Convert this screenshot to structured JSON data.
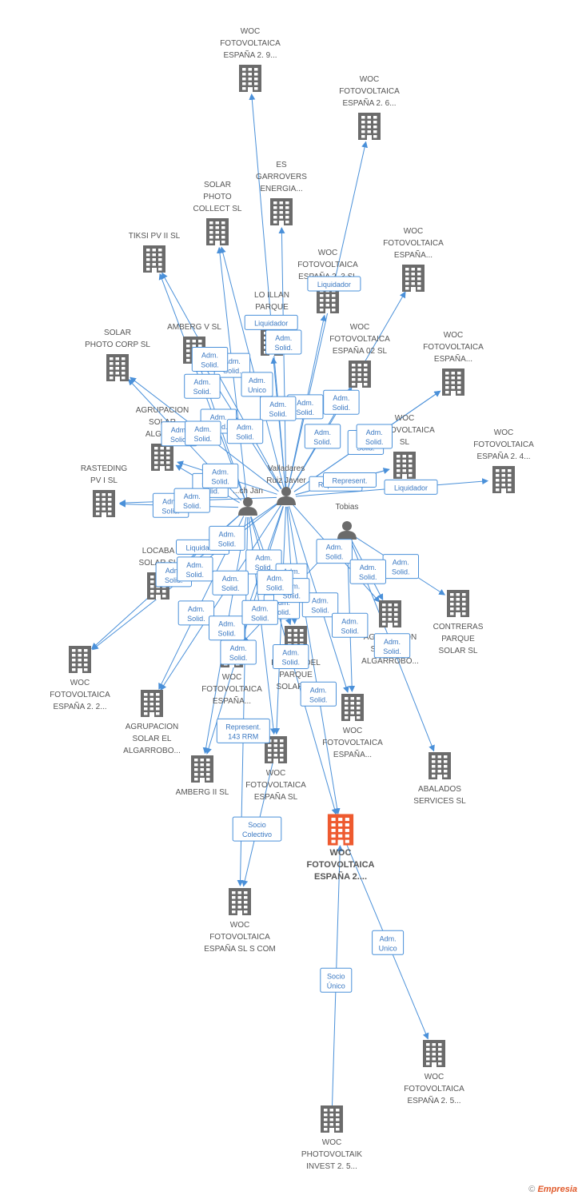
{
  "colors": {
    "edge": "#4a90d9",
    "building": "#6b6b6b",
    "focus": "#ee5a2f",
    "person": "#6b6b6b"
  },
  "footer": {
    "copyright": "©",
    "brand": "Empresia"
  },
  "nodes": [
    {
      "id": "n1",
      "type": "company",
      "lines": [
        "WOC",
        "FOTOVOLTAICA",
        "ESPAÑA 2. 9..."
      ]
    },
    {
      "id": "n2",
      "type": "company",
      "lines": [
        "WOC",
        "FOTOVOLTAICA",
        "ESPAÑA 2. 6..."
      ]
    },
    {
      "id": "n3",
      "type": "company",
      "lines": [
        "ES",
        "GARROVERS",
        "ENERGIA..."
      ]
    },
    {
      "id": "n4",
      "type": "company",
      "lines": [
        "SOLAR",
        "PHOTO",
        "COLLECT SL"
      ]
    },
    {
      "id": "n5",
      "type": "company",
      "lines": [
        "TIKSI PV II SL"
      ]
    },
    {
      "id": "n6",
      "type": "company",
      "lines": [
        "WOC",
        "FOTOVOLTAICA",
        "ESPAÑA 2. 3 SL"
      ]
    },
    {
      "id": "n7",
      "type": "company",
      "lines": [
        "WOC",
        "FOTOVOLTAICA",
        "ESPAÑA..."
      ]
    },
    {
      "id": "n8",
      "type": "company",
      "lines": [
        "LO ILLAN",
        "PARQUE",
        "SOLAR SL"
      ]
    },
    {
      "id": "n9",
      "type": "company",
      "lines": [
        "AMBERG V SL"
      ]
    },
    {
      "id": "n10",
      "type": "company",
      "lines": [
        "SOLAR",
        "PHOTO CORP SL"
      ]
    },
    {
      "id": "n11",
      "type": "company",
      "lines": [
        "WOC",
        "FOTOVOLTAICA",
        "ESPAÑA 02 SL"
      ]
    },
    {
      "id": "n12",
      "type": "company",
      "lines": [
        "WOC",
        "FOTOVOLTAICA",
        "ESPAÑA..."
      ]
    },
    {
      "id": "n13",
      "type": "company",
      "lines": [
        "AGRUPACION",
        "SOLAR",
        "ALGAR..."
      ]
    },
    {
      "id": "n14",
      "type": "company",
      "lines": [
        "WOC",
        "FOTOVOLTAICA",
        "SL"
      ]
    },
    {
      "id": "n15",
      "type": "company",
      "lines": [
        "WOC",
        "FOTOVOLTAICA",
        "ESPAÑA 2. 4..."
      ]
    },
    {
      "id": "n16",
      "type": "company",
      "lines": [
        "RASTEDING",
        "PV I SL"
      ]
    },
    {
      "id": "n17",
      "type": "company",
      "lines": [
        "LOCABA",
        "SOLAR SL"
      ]
    },
    {
      "id": "n18",
      "type": "company",
      "lines": [
        "CONTRERAS",
        "PARQUE",
        "SOLAR SL"
      ]
    },
    {
      "id": "n19",
      "type": "company",
      "lines": [
        "AGRUPACION",
        "SOLAR EL",
        "ALGARROBO..."
      ]
    },
    {
      "id": "n20",
      "type": "company",
      "lines": [
        "WOC",
        "FOTOVOLTAICA",
        "ESPAÑA 2. 2..."
      ]
    },
    {
      "id": "n21",
      "type": "company",
      "lines": [
        "WOC",
        "FOTOVOLTAICA",
        "ESPAÑA..."
      ]
    },
    {
      "id": "n22",
      "type": "company",
      "lines": [
        "RINCON DEL",
        "PARQUE",
        "SOLAR SL"
      ]
    },
    {
      "id": "n23",
      "type": "company",
      "lines": [
        "AGRUPACION",
        "SOLAR EL",
        "ALGARROBO..."
      ]
    },
    {
      "id": "n24",
      "type": "company",
      "lines": [
        "WOC",
        "FOTOVOLTAICA",
        "ESPAÑA..."
      ]
    },
    {
      "id": "n25",
      "type": "company",
      "lines": [
        "ABALADOS",
        "SERVICES SL"
      ]
    },
    {
      "id": "n26",
      "type": "company",
      "lines": [
        "AMBERG II SL"
      ]
    },
    {
      "id": "n27",
      "type": "company",
      "lines": [
        "WOC",
        "FOTOVOLTAICA",
        "ESPAÑA SL"
      ]
    },
    {
      "id": "n28",
      "type": "focus",
      "lines": [
        "WOC",
        "FOTOVOLTAICA",
        "ESPAÑA 2...."
      ]
    },
    {
      "id": "n29",
      "type": "company",
      "lines": [
        "WOC",
        "FOTOVOLTAICA",
        "ESPAÑA SL S COM"
      ]
    },
    {
      "id": "n30",
      "type": "company",
      "lines": [
        "WOC",
        "FOTOVOLTAICA",
        "ESPAÑA 2. 5..."
      ]
    },
    {
      "id": "n31",
      "type": "company",
      "lines": [
        "WOC",
        "PHOTOVOLTAIK",
        "INVEST 2. 5..."
      ]
    },
    {
      "id": "p1",
      "type": "person",
      "lines": [
        "...ch Jan"
      ]
    },
    {
      "id": "p2",
      "type": "person",
      "lines": [
        "Valladares",
        "Ruiz Javier"
      ]
    },
    {
      "id": "p3",
      "type": "person",
      "lines": [
        "Tobias"
      ]
    }
  ],
  "edges": [
    {
      "from": "p2",
      "to": "n1",
      "label": [
        "Liquidador"
      ]
    },
    {
      "from": "p2",
      "to": "n2",
      "label": [
        "Liquidador"
      ]
    },
    {
      "from": "p2",
      "to": "n3",
      "label": [
        "Adm.",
        "Solid."
      ]
    },
    {
      "from": "p1",
      "to": "n4",
      "label": [
        "Adm.",
        "Solid."
      ]
    },
    {
      "from": "p1",
      "to": "n5",
      "label": [
        "Adm.",
        "Solid."
      ]
    },
    {
      "from": "p2",
      "to": "n6",
      "label": [
        "Adm.",
        "Solid."
      ]
    },
    {
      "from": "p2",
      "to": "n7",
      "label": [
        "Adm.",
        "Solid."
      ]
    },
    {
      "from": "p2",
      "to": "n8",
      "label": [
        "Adm.",
        "Solid."
      ]
    },
    {
      "from": "p1",
      "to": "n9",
      "label": [
        "Adm.",
        "Solid."
      ]
    },
    {
      "from": "p1",
      "to": "n10",
      "label": [
        "Adm.",
        "Solid."
      ]
    },
    {
      "from": "p2",
      "to": "n11",
      "label": [
        "Adm.",
        "Solid."
      ]
    },
    {
      "from": "p2",
      "to": "n12",
      "label": [
        "Adm.",
        "Solid."
      ]
    },
    {
      "from": "p1",
      "to": "n13",
      "label": [
        "Adm.",
        "Solid."
      ]
    },
    {
      "from": "p2",
      "to": "n14",
      "label": [
        "Represent."
      ]
    },
    {
      "from": "p2",
      "to": "n15",
      "label": [
        "Liquidador"
      ]
    },
    {
      "from": "p1",
      "to": "n16",
      "label": [
        "Adm.",
        "Solid."
      ]
    },
    {
      "from": "p1",
      "to": "n17",
      "label": [
        "Liquidador"
      ]
    },
    {
      "from": "p3",
      "to": "n18",
      "label": [
        "Adm.",
        "Solid."
      ]
    },
    {
      "from": "p2",
      "to": "n19",
      "label": [
        "Adm.",
        "Solid."
      ]
    },
    {
      "from": "p1",
      "to": "n20",
      "label": [
        "Adm.",
        "Solid."
      ]
    },
    {
      "from": "p2",
      "to": "n21",
      "label": [
        "Adm.",
        "Solid."
      ]
    },
    {
      "from": "p2",
      "to": "n22",
      "label": [
        "Adm.",
        "Unico"
      ]
    },
    {
      "from": "p1",
      "to": "n23",
      "label": [
        "Adm.",
        "Solid."
      ]
    },
    {
      "from": "p2",
      "to": "n24",
      "label": [
        "Adm.",
        "Solid."
      ]
    },
    {
      "from": "p3",
      "to": "n25",
      "label": [
        "Adm.",
        "Solid."
      ]
    },
    {
      "from": "p1",
      "to": "n26",
      "label": [
        "Adm.",
        "Solid."
      ]
    },
    {
      "from": "p2",
      "to": "n27",
      "label": [
        "Adm.",
        "Solid."
      ]
    },
    {
      "from": "p2",
      "to": "n28",
      "label": [
        "Adm.",
        "Solid."
      ]
    },
    {
      "from": "p1",
      "to": "n29",
      "label": [
        "Represent.",
        "143 RRM"
      ]
    },
    {
      "from": "n27",
      "to": "n29",
      "label": [
        "Socio",
        "Colectivo"
      ]
    },
    {
      "from": "n28",
      "to": "n30",
      "label": [
        "Adm.",
        "Unico"
      ]
    },
    {
      "from": "n31",
      "to": "n28",
      "label": [
        "Socio",
        "Único"
      ]
    },
    {
      "from": "p2",
      "to": "n9",
      "label": [
        "Adm.",
        "Solid."
      ]
    },
    {
      "from": "p2",
      "to": "n4",
      "label": [
        "Adm.",
        "Unico"
      ]
    },
    {
      "from": "p2",
      "to": "n5",
      "label": [
        "Adm.",
        "Solid."
      ]
    },
    {
      "from": "p2",
      "to": "n13",
      "label": [
        "Adm.",
        "Solid."
      ]
    },
    {
      "from": "p2",
      "to": "n16",
      "label": [
        "Adm.",
        "Solid."
      ]
    },
    {
      "from": "p2",
      "to": "n10",
      "label": [
        "Adm.",
        "Solid."
      ]
    },
    {
      "from": "p2",
      "to": "n17",
      "label": [
        "Adm.",
        "Solid."
      ]
    },
    {
      "from": "p2",
      "to": "n20",
      "label": [
        "Adm.",
        "Solid."
      ]
    },
    {
      "from": "p2",
      "to": "n23",
      "label": [
        "Adm.",
        "Solid."
      ]
    },
    {
      "from": "p2",
      "to": "n26",
      "label": [
        "Adm.",
        "Solid."
      ]
    },
    {
      "from": "p3",
      "to": "n24",
      "label": [
        "Adm.",
        "Solid."
      ]
    },
    {
      "from": "p3",
      "to": "n19",
      "label": [
        "Adm.",
        "Solid."
      ]
    },
    {
      "from": "p3",
      "to": "n21",
      "label": [
        "Adm.",
        "Solid."
      ]
    },
    {
      "from": "p1",
      "to": "n28",
      "label": [
        "Adm.",
        "Solid."
      ]
    },
    {
      "from": "p1",
      "to": "n27",
      "label": [
        "Adm.",
        "Solid."
      ]
    },
    {
      "from": "p1",
      "to": "n22",
      "label": [
        "Adm.",
        "Solid."
      ]
    },
    {
      "from": "p2",
      "to": "n14",
      "label": [
        "Represent."
      ]
    },
    {
      "from": "p2",
      "to": "n12",
      "label": [
        "Adm.",
        "Solid."
      ]
    }
  ]
}
